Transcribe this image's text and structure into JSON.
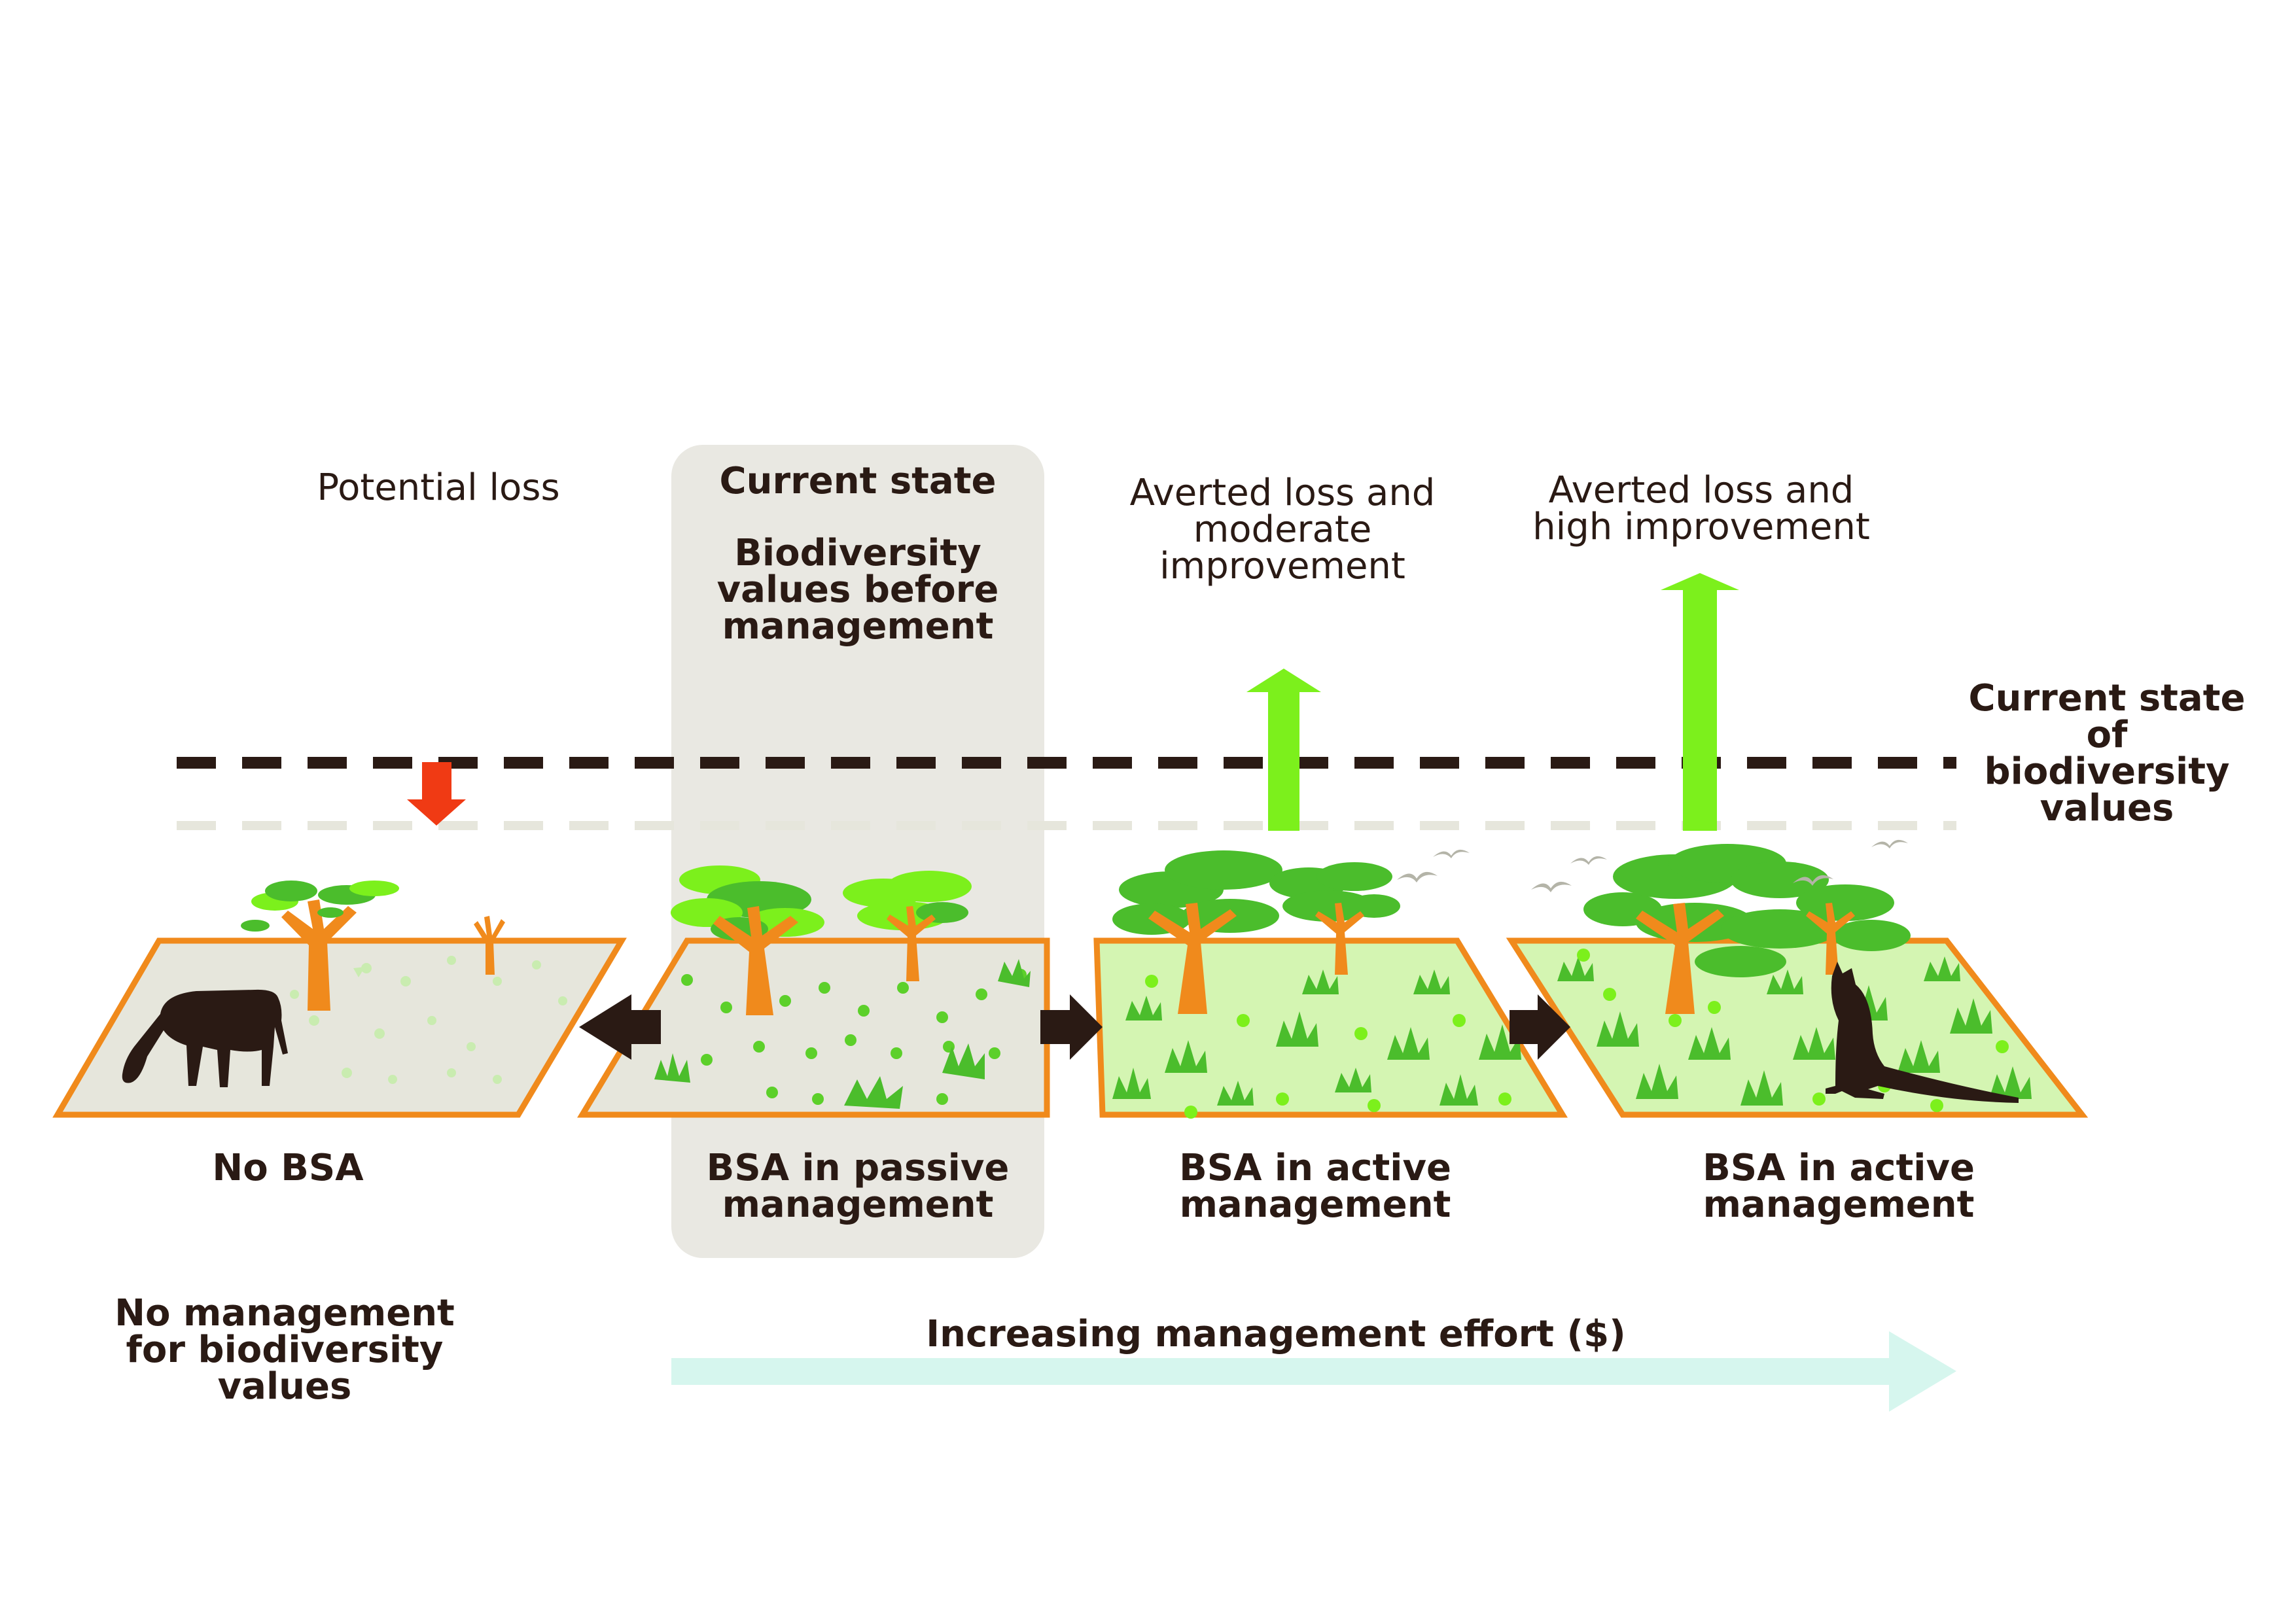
{
  "labels": {
    "potential_loss": "Potential loss",
    "current_state_title": "Current state",
    "current_state_desc": [
      "Biodiversity",
      "values before",
      "management"
    ],
    "moderate": [
      "Averted loss and",
      "moderate",
      "improvement"
    ],
    "high": [
      "Averted loss and",
      "high improvement"
    ],
    "current_state_values": [
      "Current state",
      "of",
      "biodiversity",
      "values"
    ],
    "no_bsa": "No BSA",
    "passive": [
      "BSA in passive",
      "management"
    ],
    "active_1": [
      "BSA in active",
      "management"
    ],
    "active_2": [
      "BSA in active",
      "management"
    ],
    "no_management": [
      "No management",
      "for biodiversity",
      "values"
    ],
    "effort": "Increasing management effort ($)"
  },
  "colors": {
    "ink": "#2a1a14",
    "orange_outline": "#f08a1c",
    "loss_arrow": "#f03a14",
    "gain_arrow": "#7cf01c",
    "effort_arrow": "#d6f6ee",
    "highlight_panel": "#e9e8e2",
    "dashed_line_dark": "#2a1a14",
    "dashed_line_light": "#e6e6dc"
  }
}
